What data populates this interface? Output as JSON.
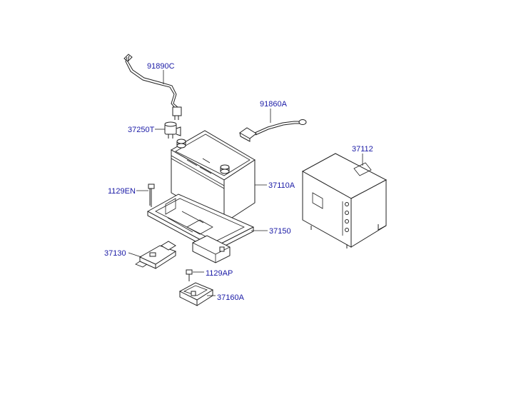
{
  "diagram": {
    "labels": {
      "p91890c": "91890C",
      "p37250t": "37250T",
      "p91860a": "91860A",
      "p37112": "37112",
      "p1129en": "1129EN",
      "p37110a": "37110A",
      "p37150": "37150",
      "p37130": "37130",
      "p1129ap": "1129AP",
      "p37160a": "37160A"
    },
    "colors": {
      "label": "#1a1aa6",
      "line": "#222222",
      "background": "#ffffff"
    }
  }
}
